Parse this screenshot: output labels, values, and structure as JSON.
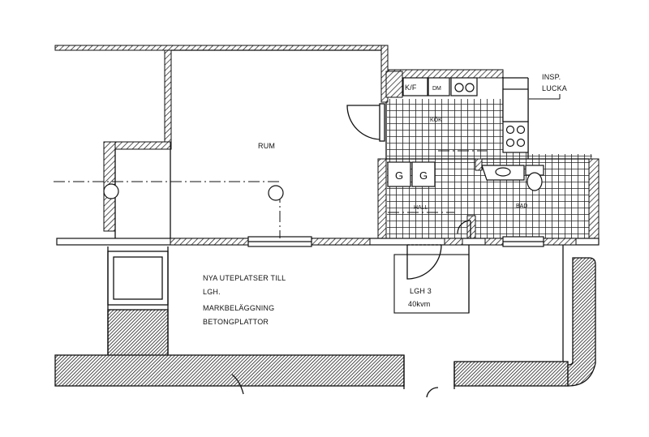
{
  "plan": {
    "rooms": {
      "rum": "RUM",
      "kok": "KÖK",
      "hall": "HALL",
      "bad": "BAD"
    },
    "fixtures": {
      "kf": "K/F",
      "dm": "DM",
      "g1": "G",
      "g2": "G"
    },
    "notes": {
      "insp_line1": "INSP.",
      "insp_line2": "LUCKA",
      "terrace_line1": "NYA UTEPLATSER TILL",
      "terrace_line2": "LGH.",
      "terrace_line3": "MARKBELÄGGNING",
      "terrace_line4": "BETONGPLATTOR"
    },
    "unit": {
      "name": "LGH 3",
      "area": "40kvm"
    }
  },
  "colors": {
    "ink": "#111111",
    "tile_fill": "#7a7a7a",
    "paper": "#ffffff"
  }
}
